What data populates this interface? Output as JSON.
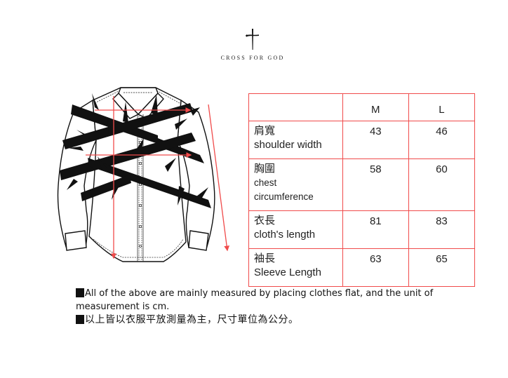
{
  "brand": {
    "logo_icon": "cross-icon",
    "name": "CROSS FOR GOD"
  },
  "illustration": {
    "subject": "long-sleeve button-up shirt with barbed-thorn vine print",
    "measure_arrows": [
      "shoulder-width-arrow",
      "chest-arrow",
      "length-arrow",
      "sleeve-arrow"
    ],
    "arrow_color": "#f04b4b"
  },
  "size_table": {
    "border_color": "#f04b4b",
    "headers": [
      "",
      "M",
      "L"
    ],
    "rows": [
      {
        "zh": "肩寬",
        "en": "shoulder width",
        "M": "43",
        "L": "46"
      },
      {
        "zh": "胸圍",
        "en_line1": "chest",
        "en_line2": "circumference",
        "M": "58",
        "L": "60"
      },
      {
        "zh": "衣長",
        "en": "cloth's length",
        "M": "81",
        "L": "83"
      },
      {
        "zh": "袖長",
        "en": "Sleeve Length",
        "M": "63",
        "L": "65"
      }
    ]
  },
  "notes": {
    "en_line1": "All of the above are mainly measured by placing clothes flat, and the unit of",
    "en_line2": "measurement is cm.",
    "zh": "以上皆以衣服平放測量為主，尺寸單位為公分。"
  }
}
